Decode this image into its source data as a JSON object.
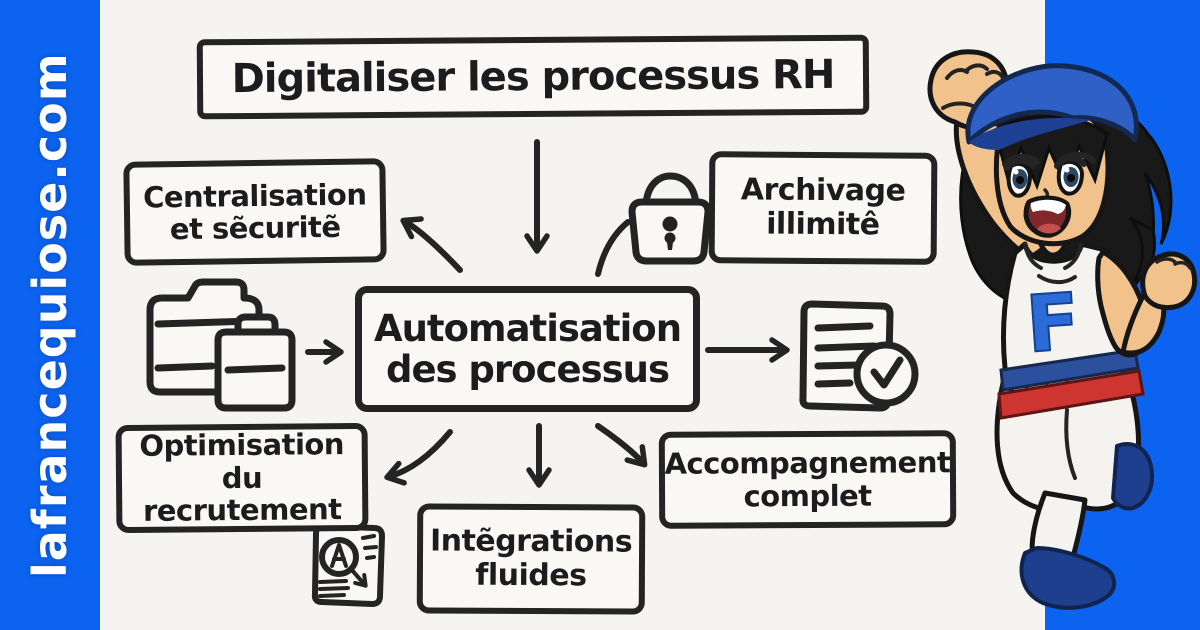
{
  "watermark": {
    "text": "lafrancequiose.com"
  },
  "diagram": {
    "title": "Digitaliser les processus RH",
    "center": {
      "line1": "Automatisation",
      "line2": "des processus"
    },
    "top_left": {
      "line1": "Centralisation",
      "line2": "et sẽcuritẽ"
    },
    "top_right": {
      "line1": "Archivage",
      "line2": "illimitê"
    },
    "bottom_left": {
      "line1": "Optimisation",
      "line2": "du recrutement"
    },
    "bottom_center": {
      "line1": "Intẽgrations",
      "line2": "fluides"
    },
    "bottom_right": {
      "line1": "Accompagnement",
      "line2": "complet"
    }
  },
  "icons": {
    "folders": "dual-folders",
    "padlock": "padlock-with-keyhole",
    "document_clock": "document-with-clock",
    "document_search": "document-with-magnifier-arrow"
  },
  "character": {
    "letter": "F"
  },
  "colors": {
    "band_blue": "#0c63ef",
    "paper": "#f6f4f1",
    "box_bg": "#f9f8f5",
    "ink": "#242424",
    "letter_blue": "#2b6cd9",
    "beret_blue": "#2f60c5",
    "stripe_blue": "#2c4f9e",
    "stripe_red": "#ce3430",
    "boot_navy": "#1e3f8e",
    "skin": "#f2c28d",
    "hair": "#191919",
    "watermark": "#ffffff"
  }
}
